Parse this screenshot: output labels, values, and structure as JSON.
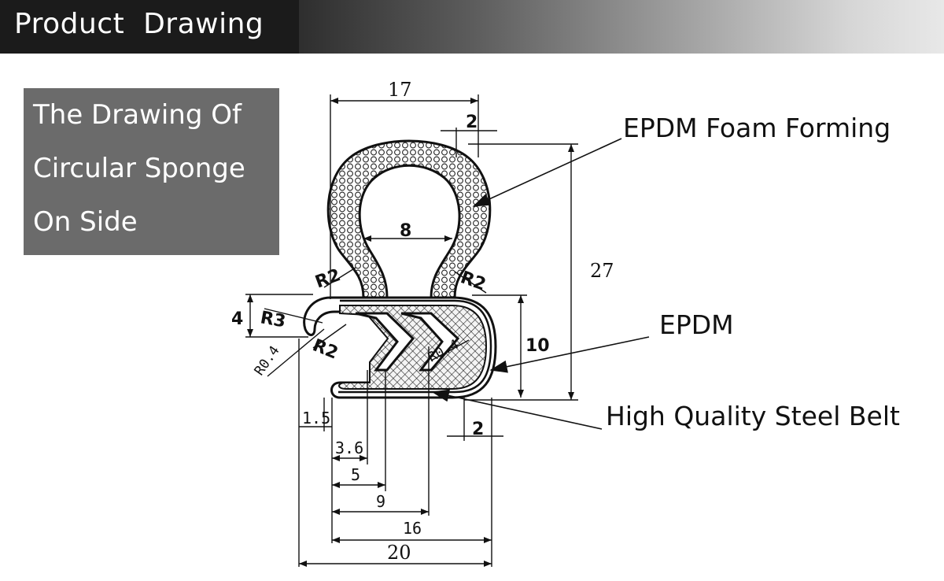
{
  "header": {
    "title": "Product  Drawing"
  },
  "side_box": {
    "lines": [
      "The Drawing Of",
      "Circular Sponge",
      "On Side"
    ]
  },
  "drawing": {
    "dimensions": {
      "width_top": "17",
      "wall_top": "2",
      "inner_width": "8",
      "height_total": "27",
      "radius_left": "R2",
      "radius_right": "R2",
      "lip_height": "4",
      "radius_r3": "R3",
      "radius_r04_left": "R0.4",
      "radius_r2_lower": "R2",
      "radius_r04_inner": "R0.4",
      "clip_height": "10",
      "dim_1_5": "1.5",
      "dim_3_6": "3.6",
      "dim_5": "5",
      "dim_9": "9",
      "dim_16": "16",
      "width_bottom": "20",
      "wall_bottom": "2"
    },
    "callouts": {
      "foam": "EPDM Foam Forming",
      "epdm": "EPDM",
      "steel": "High Quality Steel Belt"
    }
  },
  "colors": {
    "header_dark": "#1b1b1b",
    "side_box": "#6b6b6b",
    "line": "#111111"
  }
}
